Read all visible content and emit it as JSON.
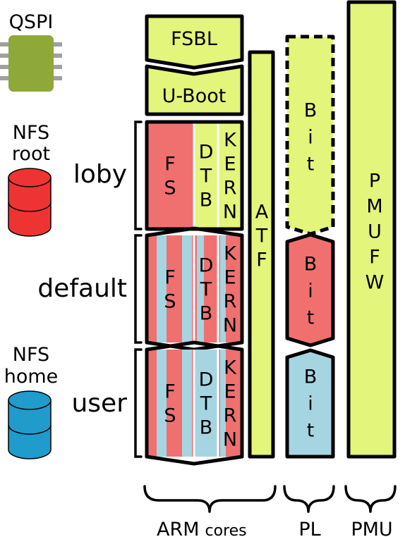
{
  "storage": {
    "qspi": {
      "label": "QSPI",
      "icon": "chip-icon"
    },
    "nfs_root": {
      "line1": "NFS",
      "line2": "root",
      "icon": "database-icon",
      "color": "#ee3333"
    },
    "nfs_home": {
      "line1": "NFS",
      "line2": "home",
      "icon": "database-icon",
      "color": "#1f9bcc"
    }
  },
  "boot": {
    "fsbl": "FSBL",
    "uboot": "U-Boot"
  },
  "configs": [
    {
      "name": "loby",
      "fs": "FS",
      "dtb": [
        "D",
        "T",
        "B"
      ],
      "kern": [
        "K",
        "E",
        "R",
        "N"
      ]
    },
    {
      "name": "default",
      "fs": "FS",
      "dtb": [
        "D",
        "T",
        "B"
      ],
      "kern": [
        "K",
        "E",
        "R",
        "N"
      ]
    },
    {
      "name": "user",
      "fs": "FS",
      "dtb": [
        "D",
        "T",
        "B"
      ],
      "kern": [
        "K",
        "E",
        "R",
        "N"
      ]
    }
  ],
  "atf": [
    "A",
    "T",
    "F"
  ],
  "bit": [
    "B",
    "i",
    "t"
  ],
  "pmufw": [
    "P",
    "M",
    "U",
    "F",
    "W"
  ],
  "groups": {
    "arm": "ARM",
    "arm_suffix": "cores",
    "pl": "PL",
    "pmu": "PMU"
  },
  "colors": {
    "green": "#e3f57a",
    "red": "#f07070",
    "blue": "#a6d5e2",
    "chip": "#8ea83a",
    "pin": "#a0a0a0"
  }
}
